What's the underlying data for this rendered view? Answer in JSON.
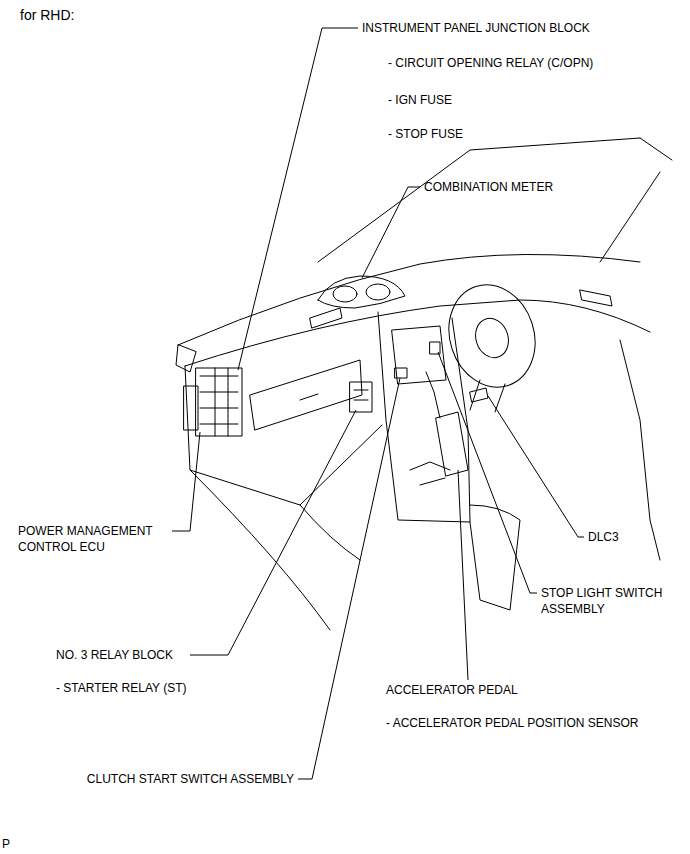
{
  "diagram": {
    "title": "for RHD:",
    "labels": [
      "INSTRUMENT PANEL JUNCTION BLOCK",
      "- CIRCUIT OPENING RELAY (C/OPN)",
      "- IGN FUSE",
      "- STOP FUSE",
      "COMBINATION METER",
      "POWER MANAGEMENT CONTROL ECU",
      "DLC3",
      "STOP LIGHT SWITCH ASSEMBLY",
      "NO. 3 RELAY BLOCK",
      "- STARTER RELAY (ST)",
      "ACCELERATOR PEDAL",
      "- ACCELERATOR PEDAL POSITION SENSOR",
      "CLUTCH START SWITCH ASSEMBLY",
      "P"
    ]
  }
}
